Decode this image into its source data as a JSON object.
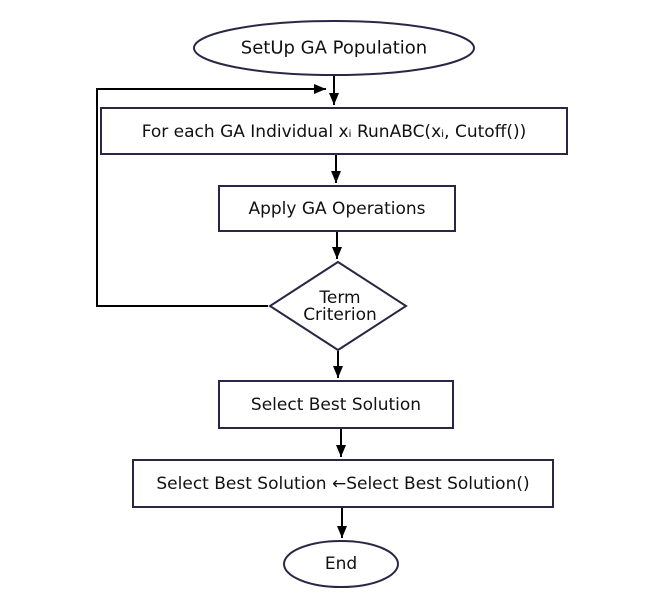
{
  "diagram": {
    "type": "flowchart",
    "background": "#ffffff",
    "colors": {
      "node_stroke": "#282846",
      "node_fill": "#ffffff",
      "edge_stroke": "#000000",
      "text": "#111111"
    },
    "nodes": {
      "start": {
        "type": "terminator-ellipse",
        "label": "SetUp GA Population"
      },
      "run_abc": {
        "type": "process-rect",
        "label": "For each GA Individual xᵢ RunABC(xᵢ, Cutoff())"
      },
      "apply_ga": {
        "type": "process-rect",
        "label": "Apply GA Operations"
      },
      "term": {
        "type": "decision-diamond",
        "label_line1": "Term",
        "label_line2": "Criterion"
      },
      "select_best": {
        "type": "process-rect",
        "label": "Select Best Solution"
      },
      "assign_best": {
        "type": "process-rect",
        "label": "Select Best Solution ←Select Best Solution()"
      },
      "end": {
        "type": "terminator-ellipse",
        "label": "End"
      }
    },
    "edges": [
      {
        "from": "start",
        "to": "run_abc",
        "kind": "arrow"
      },
      {
        "from": "run_abc",
        "to": "apply_ga",
        "kind": "arrow"
      },
      {
        "from": "apply_ga",
        "to": "term",
        "kind": "arrow"
      },
      {
        "from": "term",
        "to": "select_best",
        "kind": "arrow"
      },
      {
        "from": "select_best",
        "to": "assign_best",
        "kind": "arrow"
      },
      {
        "from": "assign_best",
        "to": "end",
        "kind": "arrow"
      },
      {
        "from": "term",
        "to": "run_abc",
        "kind": "loop-back-left"
      }
    ]
  }
}
